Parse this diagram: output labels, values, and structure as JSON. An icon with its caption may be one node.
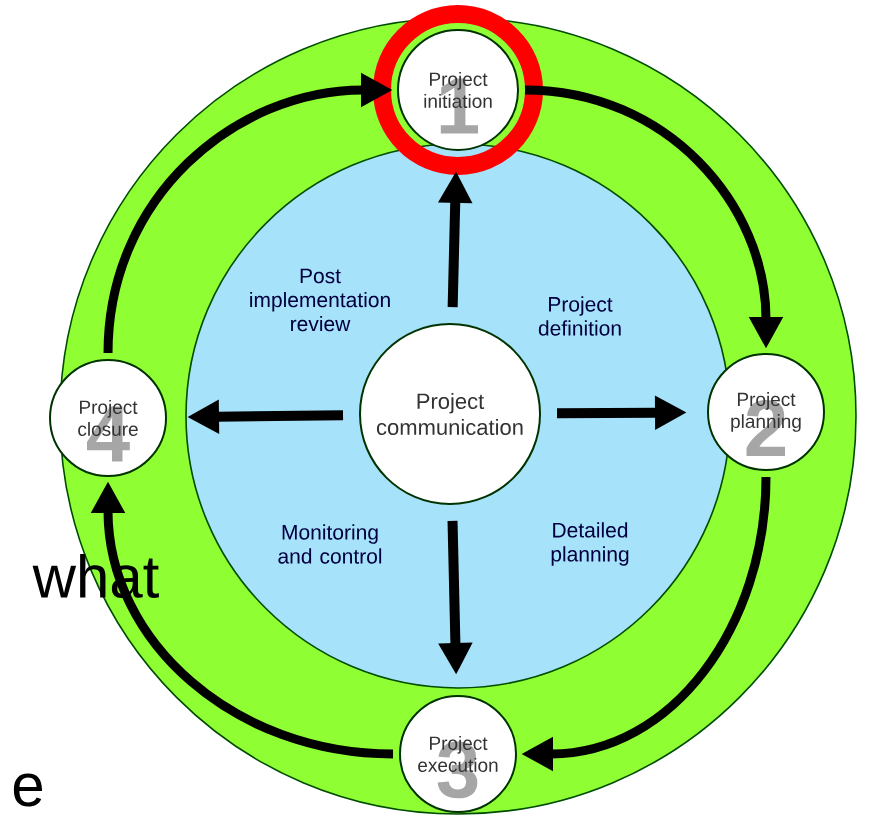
{
  "diagram": {
    "nodes": [
      {
        "text": [
          "Project initiation",
          "1"
        ]
      },
      {
        "text": [
          "Project closure",
          "4"
        ]
      },
      {
        "text": [
          "Project communication"
        ]
      },
      {
        "text": [
          "Project planning",
          "2"
        ]
      },
      {
        "text": [
          "Project execution",
          "3"
        ]
      }
    ],
    "edges": [
      {
        "from": 2,
        "to": 0,
        "arrow": "to"
      },
      {
        "from": 2,
        "to": 1,
        "arrow": "to"
      },
      {
        "from": 2,
        "to": 3,
        "arrow": "to"
      },
      {
        "from": 2,
        "to": 4,
        "arrow": "to"
      },
      {
        "from": 0,
        "to": 3,
        "arrow": "to"
      },
      {
        "from": 3,
        "to": 4,
        "arrow": "to"
      },
      {
        "from": 4,
        "to": 1,
        "arrow": "to"
      },
      {
        "from": 1,
        "to": 0,
        "arrow": "to"
      }
    ],
    "labels": [
      "Post implementation review",
      "Project definition",
      "Monitoring and control",
      "Detailed planning",
      "what",
      "e"
    ]
  }
}
